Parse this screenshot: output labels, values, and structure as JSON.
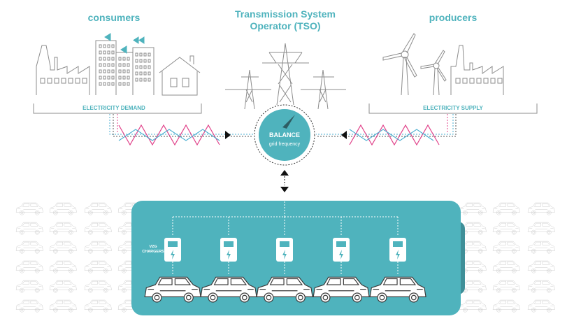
{
  "colors": {
    "accent": "#4fb3bd",
    "dark_accent": "#3f8f98",
    "demand_wave": "#e0428a",
    "supply_wave": "#4aaed0",
    "line": "#8c8c8c"
  },
  "headings": {
    "consumers": "consumers",
    "tso_line1": "Transmission System",
    "tso_line2": "Operator (TSO)",
    "producers": "producers"
  },
  "labels": {
    "demand": "ELECTRICITY DEMAND",
    "supply": "ELECTRICITY SUPPLY",
    "balance": "BALANCE",
    "grid_frequency": "grid frequency",
    "v2g_line1": "V2G",
    "v2g_line2": "CHARGERS"
  },
  "icons": {
    "factory": "factory-icon",
    "office_buildings": "office-building-icon",
    "house": "house-icon",
    "pylon": "pylon-icon",
    "wind_turbine": "wind-turbine-icon",
    "gauge_needle": "gauge-needle-icon",
    "charger": "charger-icon",
    "car": "car-icon",
    "battery": "battery-icon"
  },
  "charger_count": 5,
  "car_count": 5
}
